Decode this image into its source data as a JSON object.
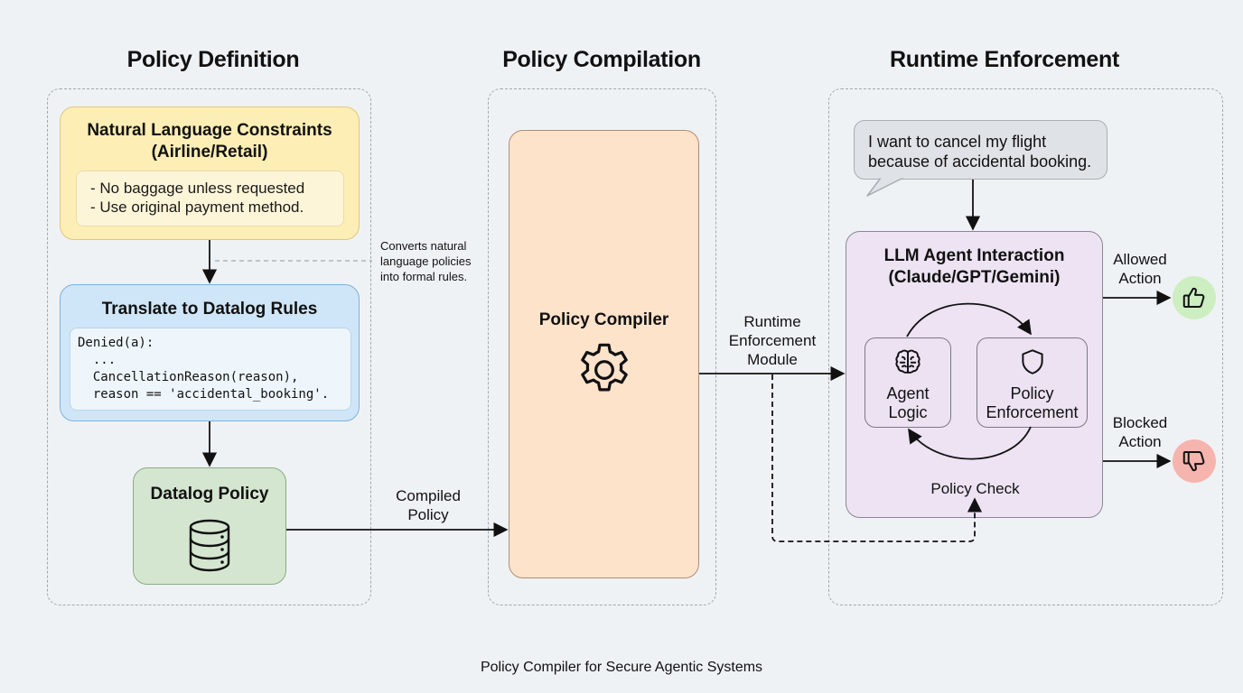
{
  "sections": {
    "definition": "Policy Definition",
    "compilation": "Policy Compilation",
    "runtime": "Runtime Enforcement"
  },
  "definition": {
    "nl_box": {
      "title_line1": "Natural Language Constraints",
      "title_line2": "(Airline/Retail)",
      "items": [
        "- No baggage unless requested",
        "- Use original payment method."
      ]
    },
    "note": "Converts natural\nlanguage policies\ninto formal rules.",
    "translate_box": {
      "title": "Translate to Datalog Rules",
      "code": "Denied(a):\n  ...\n  CancellationReason(reason),\n  reason == 'accidental_booking'."
    },
    "datalog_box": {
      "title": "Datalog Policy",
      "icon": "database-icon"
    }
  },
  "compilation": {
    "compiler_box": {
      "title": "Policy Compiler",
      "icon": "gear-icon"
    },
    "compiled_policy_label": "Compiled\nPolicy",
    "runtime_module_label": "Runtime\nEnforcement\nModule"
  },
  "runtime": {
    "user_message": "I want to cancel my flight\nbecause of accidental booking.",
    "llm_box": {
      "title_line1": "LLM Agent Interaction",
      "title_line2": "(Claude/GPT/Gemini)",
      "agent_logic": {
        "label": "Agent\nLogic",
        "icon": "brain-icon"
      },
      "policy_enforcement": {
        "label": "Policy\nEnforcement",
        "icon": "shield-icon"
      },
      "policy_check": "Policy Check"
    },
    "allowed": {
      "label": "Allowed\nAction",
      "icon": "thumbs-up-icon",
      "color": "#cdeec0"
    },
    "blocked": {
      "label": "Blocked\nAction",
      "icon": "thumbs-down-icon",
      "color": "#f6b4ae"
    }
  },
  "caption": "Policy Compiler for Secure Agentic Systems"
}
